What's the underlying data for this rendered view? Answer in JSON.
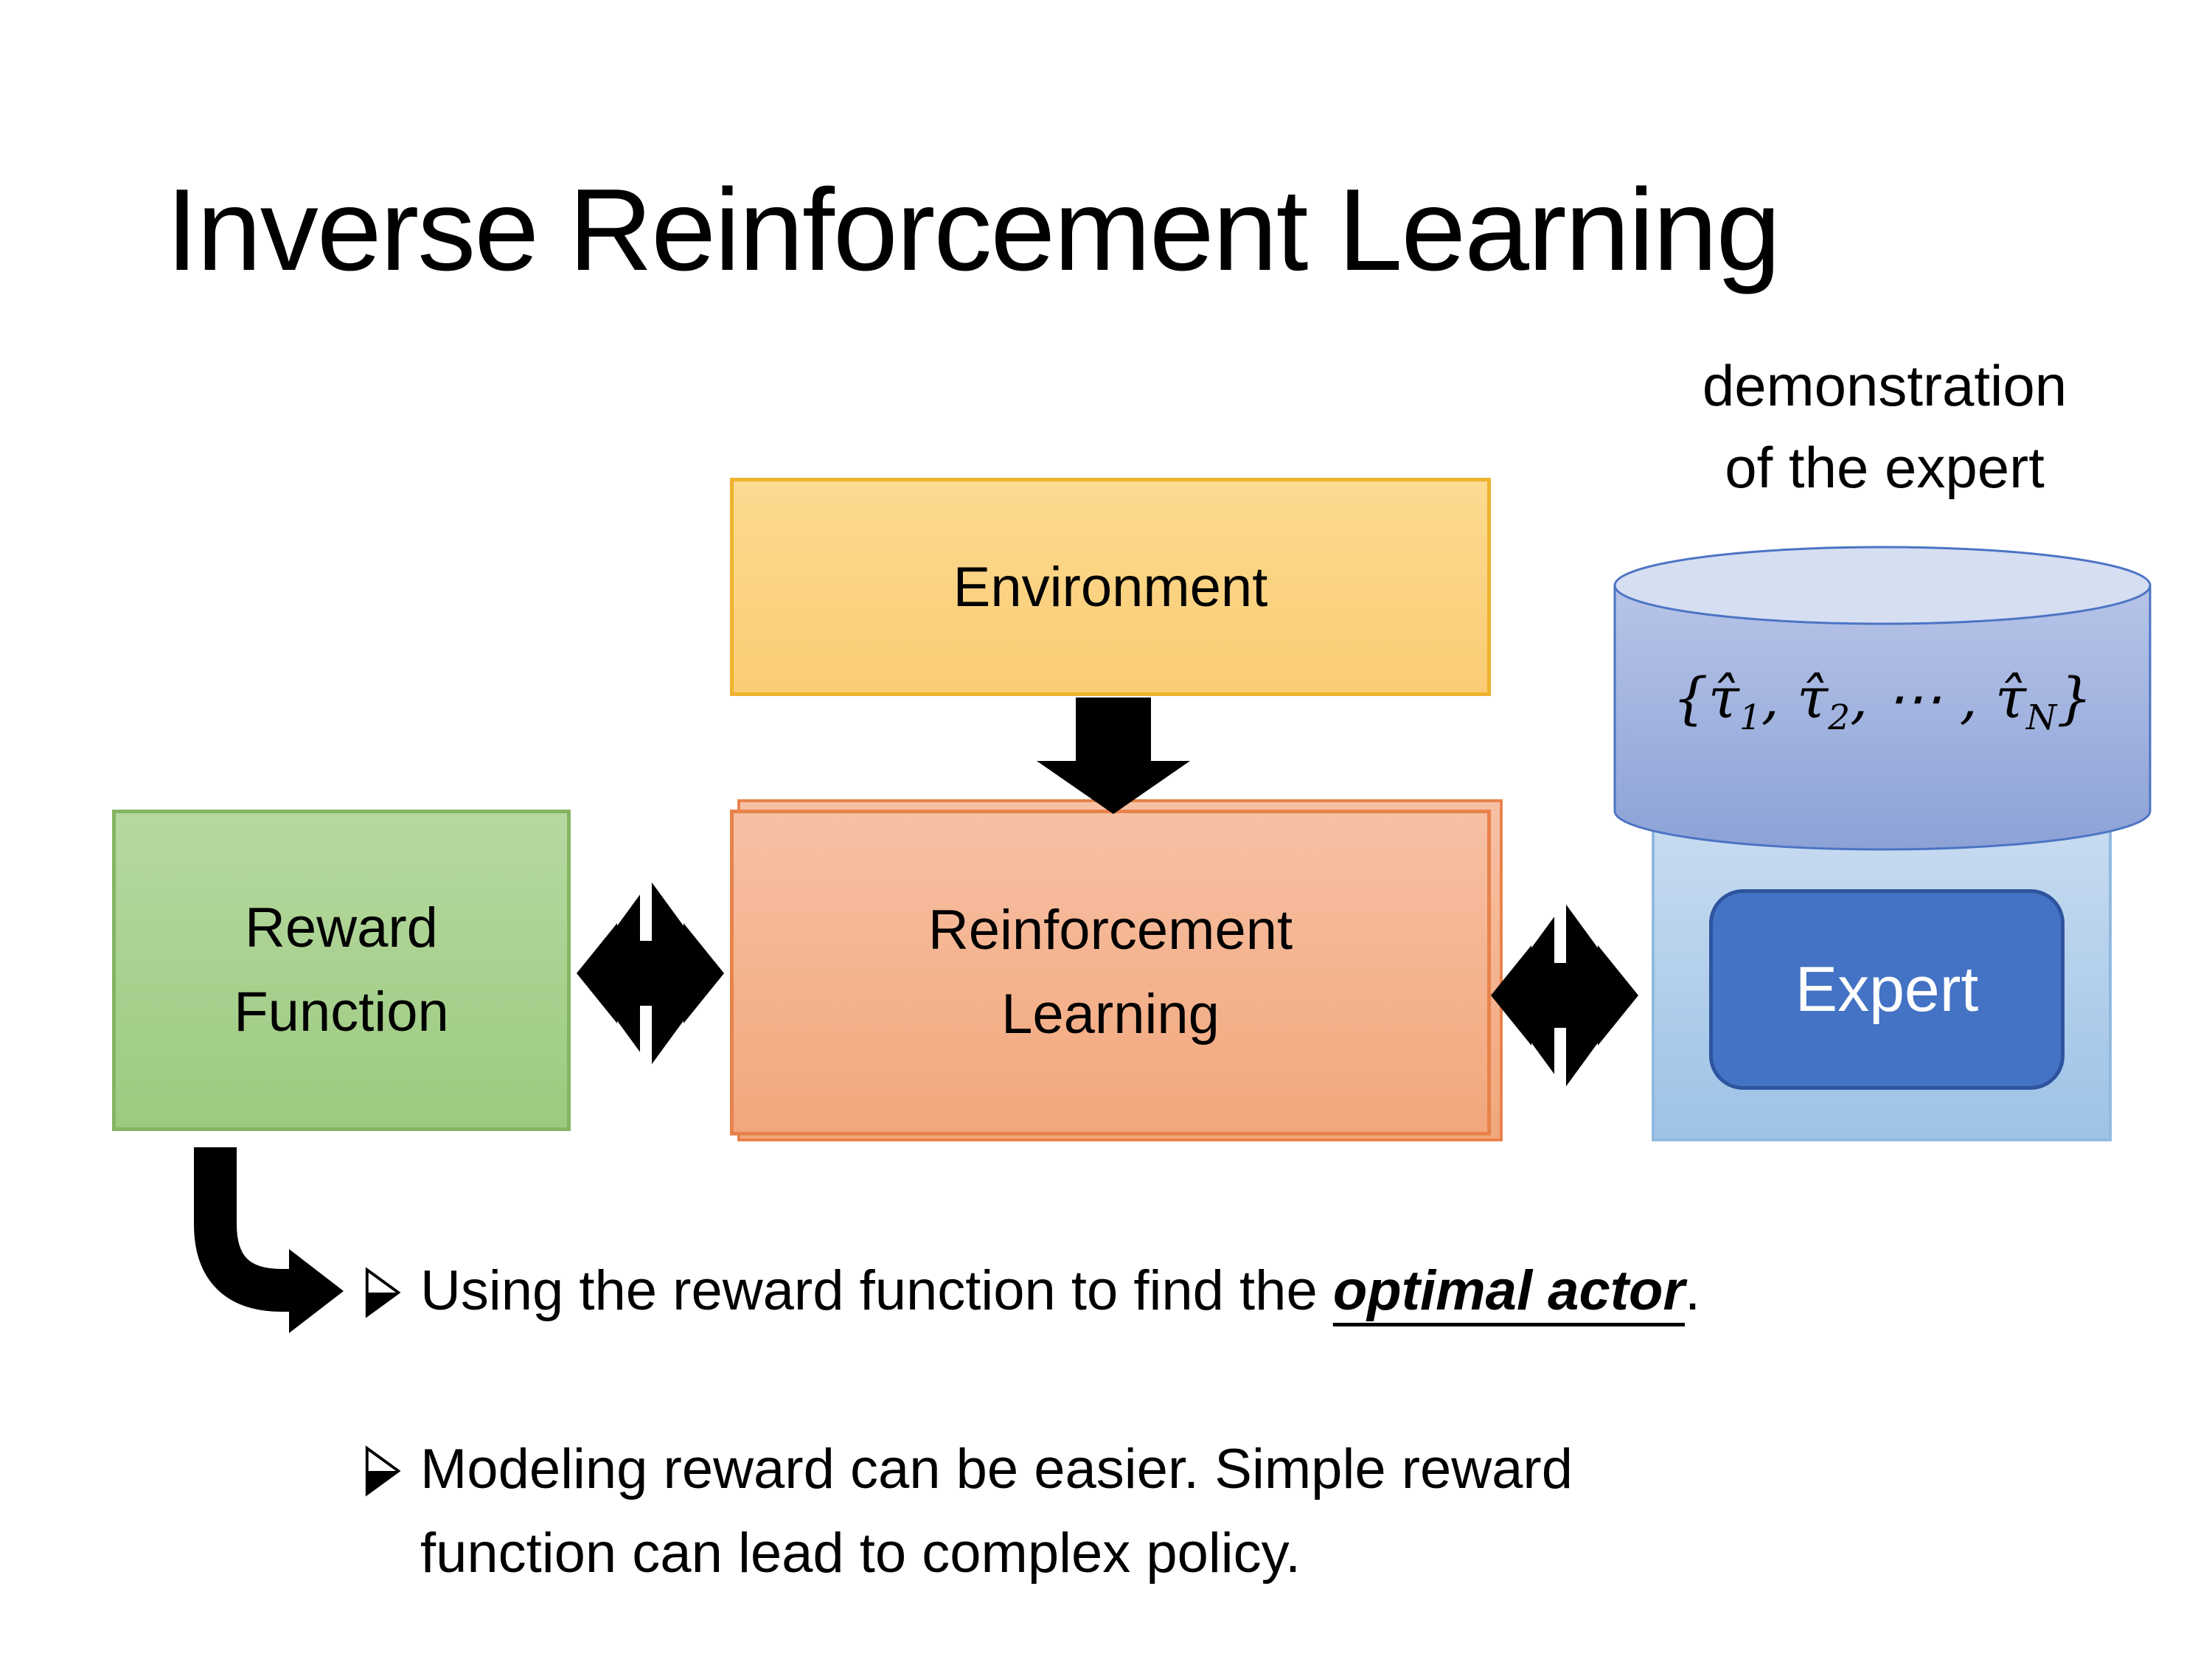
{
  "colors": {
    "background": "#FFFFFF",
    "text": "#000000",
    "env_fill_top": "#FCDA90",
    "env_fill_bottom": "#FACC74",
    "env_border": "#EFB32F",
    "reward_fill_top": "#B6D8A0",
    "reward_fill_bottom": "#9CCB80",
    "reward_border": "#85B563",
    "rl_fill_top": "#F7C0A4",
    "rl_fill_bottom": "#F2A77C",
    "rl_border": "#E8834B",
    "expert_container_fill_top": "#CBDDF1",
    "expert_container_fill_bottom": "#9DC3E7",
    "expert_container_border": "#90BADF",
    "expert_fill": "#4472C4",
    "expert_border": "#2E549E",
    "expert_text": "#FFFFFF",
    "cylinder_top_fill": "#D6DEF2",
    "cylinder_body_top": "#B7C4E8",
    "cylinder_body_bottom": "#8CA2D6",
    "cylinder_border": "#4C74C4",
    "arrow_black": "#000000"
  },
  "title": "Inverse Reinforcement Learning",
  "demo_caption": {
    "line1": "demonstration",
    "line2": "of the expert"
  },
  "boxes": {
    "environment": {
      "label": "Environment"
    },
    "reward": {
      "line1": "Reward",
      "line2": "Function"
    },
    "rl": {
      "line1": "Reinforcement",
      "line2": "Learning"
    },
    "expert": {
      "label": "Expert"
    }
  },
  "formula": {
    "open": "{",
    "tau1": "τ̂",
    "sub1": "1",
    "sep1": ", ",
    "tau2": "τ̂",
    "sub2": "2",
    "sep2": ", ⋯ , ",
    "tauN": "τ̂",
    "subN": "N",
    "close": "}"
  },
  "bullets": {
    "item1": {
      "prefix": "Using the reward function to find the ",
      "emphasis": "optimal actor",
      "suffix": "."
    },
    "item2": {
      "line1": "Modeling reward can be easier. Simple reward",
      "line2": "function can lead to complex policy."
    }
  }
}
